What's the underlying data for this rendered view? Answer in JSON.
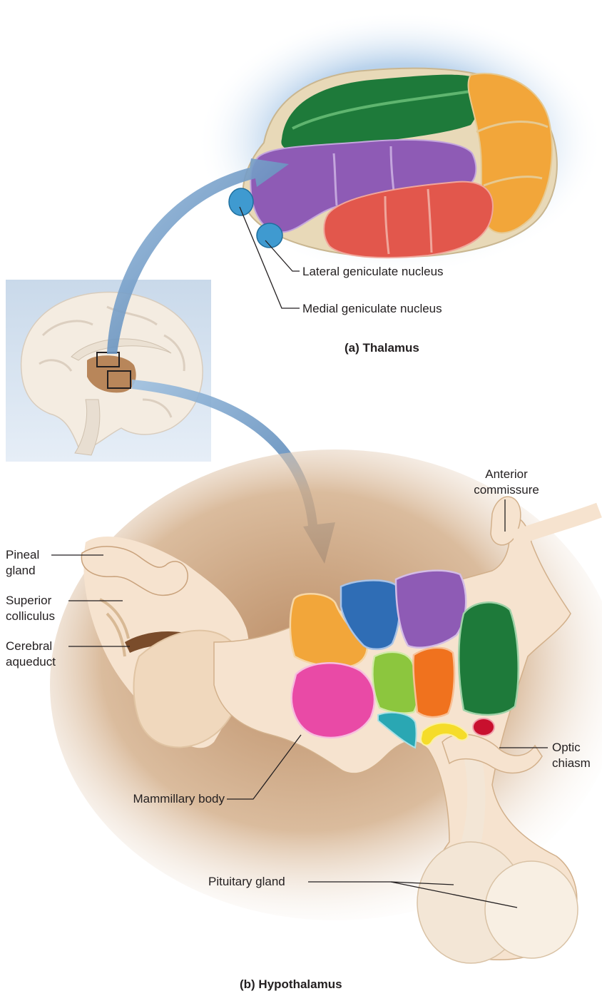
{
  "thalamus": {
    "caption": "(a) Thalamus",
    "labels": {
      "lateral_geniculate": "Lateral geniculate nucleus",
      "medial_geniculate": "Medial geniculate nucleus"
    }
  },
  "hypothalamus": {
    "caption": "(b) Hypothalamus",
    "labels": {
      "anterior_commissure": "Anterior commissure",
      "pineal_gland": "Pineal gland",
      "superior_colliculus": "Superior colliculus",
      "cerebral_aqueduct": "Cerebral aqueduct",
      "optic_chiasm": "Optic chiasm",
      "mammillary_body": "Mammillary body",
      "pituitary_gland": "Pituitary gland"
    }
  },
  "colors": {
    "arrow": "#6f9ec9",
    "green": "#1e7a3a",
    "purple": "#8e5bb5",
    "orange": "#f2a63a",
    "red": "#e2574c",
    "blue": "#2f6db5",
    "pink": "#e94aa6",
    "lime": "#8cc63e",
    "deep_orange": "#f0721e",
    "cyan": "#2aa7b3",
    "yellow": "#f5dc2a",
    "crimson": "#c8102e",
    "tissue": "#f6e3cf",
    "tissue_dark": "#a4734a"
  }
}
